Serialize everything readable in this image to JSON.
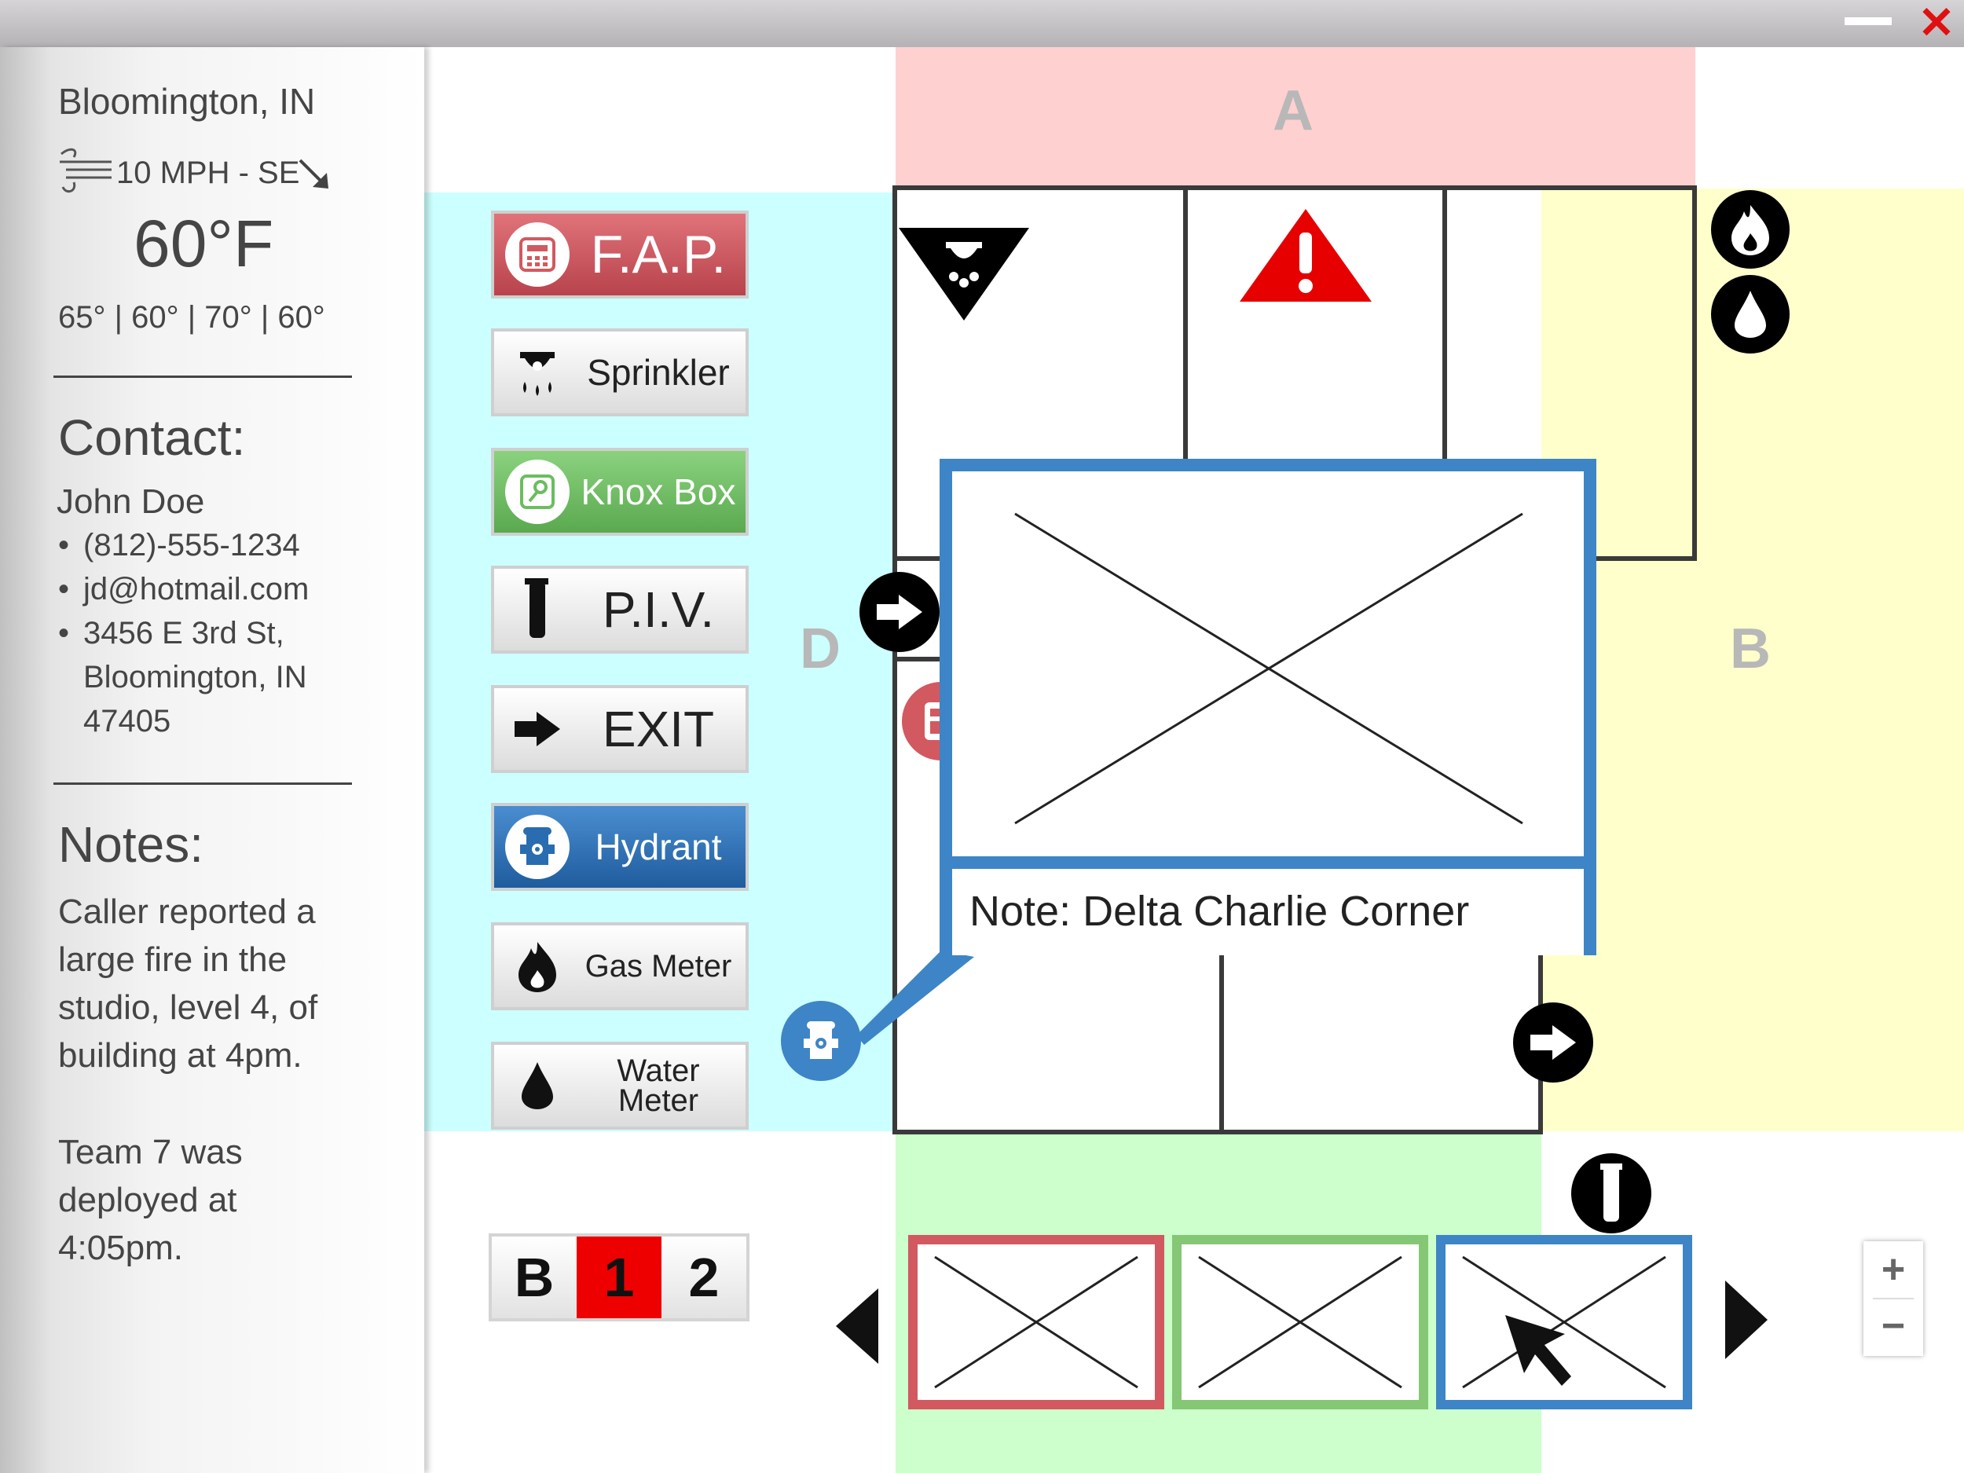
{
  "window": {
    "minimize_icon": "minimize-icon",
    "close_icon": "close-icon",
    "close_glyph": "✕"
  },
  "sidebar": {
    "location": "Bloomington, IN",
    "wind": "10 MPH - SE",
    "temperature": "60°F",
    "temps_detail": "65° | 60° | 70° | 60°",
    "contact_heading": "Contact:",
    "contact_name": "John Doe",
    "contact_phone": "(812)-555-1234",
    "contact_email": "jd@hotmail.com",
    "contact_address_1": "3456 E 3rd St,",
    "contact_address_2": "Bloomington, IN",
    "contact_address_3": "47405",
    "notes_heading": "Notes:",
    "notes_body": "Caller reported a large fire in the studio, level 4, of building at 4pm.",
    "notes_team": "Team 7 was deployed at 4:05pm."
  },
  "map": {
    "zone_labels": {
      "a": "A",
      "b": "B",
      "d": "D"
    },
    "popup_note": "Note: Delta Charlie Corner"
  },
  "legend": [
    {
      "label": "F.A.P.",
      "icon": "fire-alarm-panel-icon",
      "color": "#d2595f"
    },
    {
      "label": "Sprinkler",
      "icon": "sprinkler-icon"
    },
    {
      "label": "Knox Box",
      "icon": "key-icon",
      "color": "#6bbd5f"
    },
    {
      "label": "P.I.V.",
      "icon": "piv-icon"
    },
    {
      "label": "EXIT",
      "icon": "arrow-right-icon"
    },
    {
      "label": "Hydrant",
      "icon": "hydrant-icon",
      "color": "#2a6cb0"
    },
    {
      "label": "Gas Meter",
      "icon": "flame-icon"
    },
    {
      "label_line1": "Water",
      "label_line2": "Meter",
      "icon": "water-drop-icon"
    }
  ],
  "floors": [
    "B",
    "1",
    "2"
  ],
  "active_floor": "1",
  "zoom": {
    "in": "+",
    "out": "−"
  }
}
